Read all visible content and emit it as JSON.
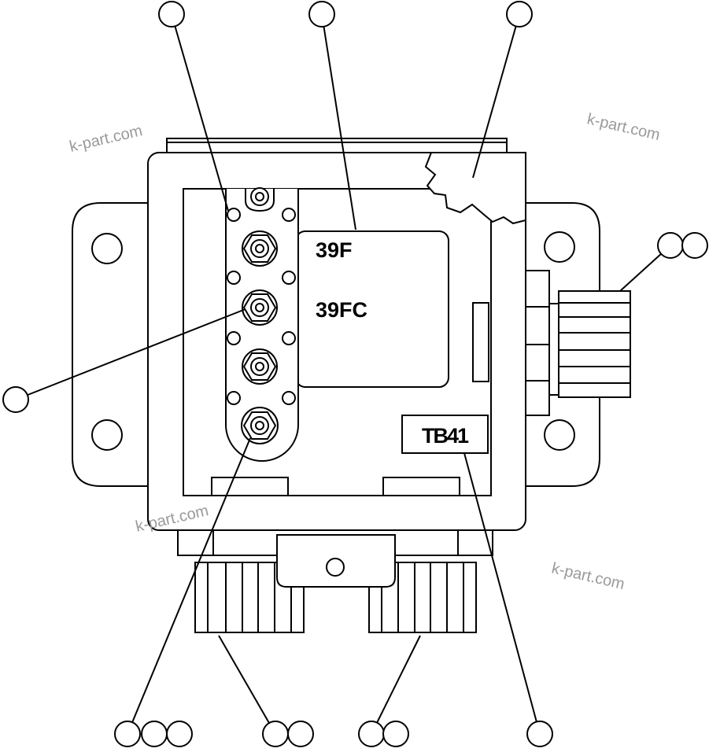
{
  "diagram": {
    "labels": {
      "terminal_39f": "39F",
      "terminal_39fc": "39FC",
      "terminal_block": "TB41"
    },
    "watermarks": [
      "k-part.com",
      "k-part.com",
      "k-part.com",
      "k-part.com"
    ],
    "colors": {
      "line": "#000000",
      "background": "#ffffff",
      "watermark": "#9a9a9a"
    }
  }
}
